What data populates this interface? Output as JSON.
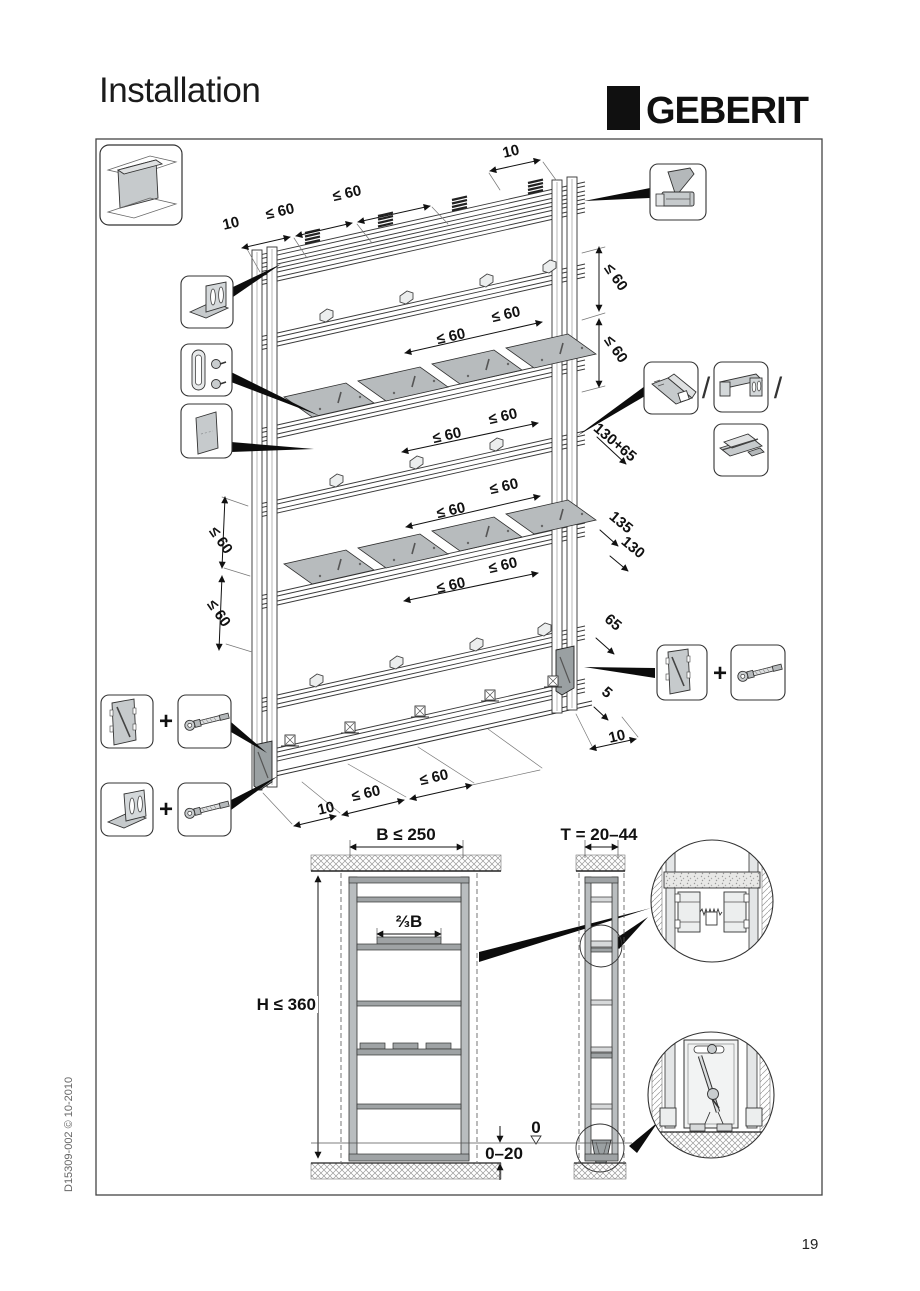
{
  "header": {
    "title": "Installation",
    "brand": "GEBERIT"
  },
  "footer": {
    "page_number": "19",
    "doc_code": "D15309-002 © 10-2010"
  },
  "iso": {
    "dims": {
      "top_chain_10": "10",
      "top_chain_60a": "≤ 60",
      "top_chain_60b": "≤ 60",
      "top_right_10": "10",
      "right_60a": "≤ 60",
      "right_60b": "≤ 60",
      "row1_60a": "≤ 60",
      "row1_60b": "≤ 60",
      "row2_60a": "≤ 60",
      "row2_60b": "≤ 60",
      "row3_60a": "≤ 60",
      "row3_60b": "≤ 60",
      "row4_60a": "≤ 60",
      "row4_60b": "≤ 60",
      "left_60a": "≤ 60",
      "left_60b": "≤ 60",
      "offset_130_65": "130+65",
      "offset_135": "135",
      "offset_130": "130",
      "offset_65": "65",
      "offset_5": "5",
      "bottom_right_10": "10",
      "bottom_chain_10": "10",
      "bottom_chain_60a": "≤ 60",
      "bottom_chain_60b": "≤ 60"
    },
    "glyphs": {
      "plus": "+",
      "slash": "/"
    }
  },
  "views": {
    "front": {
      "width_dim": "B ≤ 250",
      "shelf_dim": "⅔B",
      "height_dim": "H ≤ 360"
    },
    "side": {
      "depth_dim": "T = 20–44"
    },
    "floor": {
      "level_zero": "0",
      "gap_dim": "0–20"
    }
  }
}
